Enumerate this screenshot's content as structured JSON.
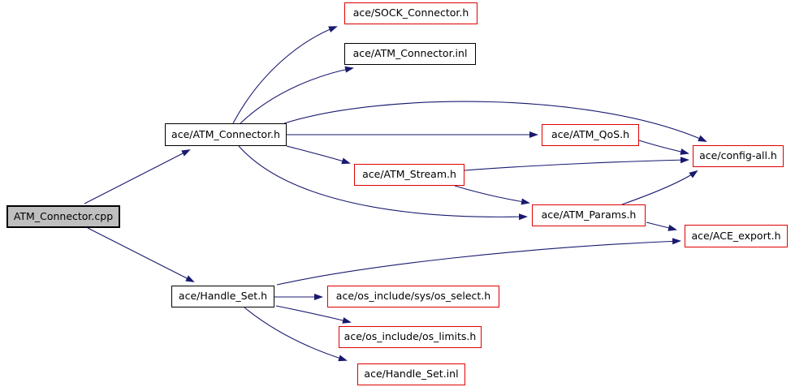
{
  "colors": {
    "edge": "#191970",
    "node_border": "#000000",
    "node_border_red": "#e00000",
    "root_fill": "#bfbfbf",
    "node_fill": "#ffffff",
    "background": "#ffffff",
    "text": "#000000"
  },
  "graph": {
    "type": "include-dependency-graph",
    "root": "ATM_Connector.cpp",
    "nodes": [
      {
        "id": "atm-connector-cpp",
        "label": "ATM_Connector.cpp",
        "style": "root"
      },
      {
        "id": "sock-connector-h",
        "label": "ace/SOCK_Connector.h",
        "style": "red"
      },
      {
        "id": "atm-connector-inl",
        "label": "ace/ATM_Connector.inl",
        "style": "plain"
      },
      {
        "id": "atm-connector-h",
        "label": "ace/ATM_Connector.h",
        "style": "plain"
      },
      {
        "id": "atm-qos-h",
        "label": "ace/ATM_QoS.h",
        "style": "red"
      },
      {
        "id": "config-all-h",
        "label": "ace/config-all.h",
        "style": "red"
      },
      {
        "id": "atm-stream-h",
        "label": "ace/ATM_Stream.h",
        "style": "red"
      },
      {
        "id": "atm-params-h",
        "label": "ace/ATM_Params.h",
        "style": "red"
      },
      {
        "id": "ace-export-h",
        "label": "ace/ACE_export.h",
        "style": "red"
      },
      {
        "id": "handle-set-h",
        "label": "ace/Handle_Set.h",
        "style": "plain"
      },
      {
        "id": "os-select-h",
        "label": "ace/os_include/sys/os_select.h",
        "style": "red"
      },
      {
        "id": "os-limits-h",
        "label": "ace/os_include/os_limits.h",
        "style": "red"
      },
      {
        "id": "handle-set-inl",
        "label": "ace/Handle_Set.inl",
        "style": "red"
      }
    ],
    "edges": [
      {
        "from": "atm-connector-cpp",
        "to": "atm-connector-h"
      },
      {
        "from": "atm-connector-cpp",
        "to": "handle-set-h"
      },
      {
        "from": "atm-connector-h",
        "to": "sock-connector-h"
      },
      {
        "from": "atm-connector-h",
        "to": "atm-connector-inl"
      },
      {
        "from": "atm-connector-h",
        "to": "config-all-h"
      },
      {
        "from": "atm-connector-h",
        "to": "atm-qos-h"
      },
      {
        "from": "atm-connector-h",
        "to": "atm-stream-h"
      },
      {
        "from": "atm-connector-h",
        "to": "atm-params-h"
      },
      {
        "from": "atm-qos-h",
        "to": "config-all-h"
      },
      {
        "from": "atm-stream-h",
        "to": "config-all-h"
      },
      {
        "from": "atm-stream-h",
        "to": "atm-params-h"
      },
      {
        "from": "atm-params-h",
        "to": "config-all-h"
      },
      {
        "from": "atm-params-h",
        "to": "ace-export-h"
      },
      {
        "from": "handle-set-h",
        "to": "ace-export-h"
      },
      {
        "from": "handle-set-h",
        "to": "os-select-h"
      },
      {
        "from": "handle-set-h",
        "to": "os-limits-h"
      },
      {
        "from": "handle-set-h",
        "to": "handle-set-inl"
      }
    ]
  }
}
